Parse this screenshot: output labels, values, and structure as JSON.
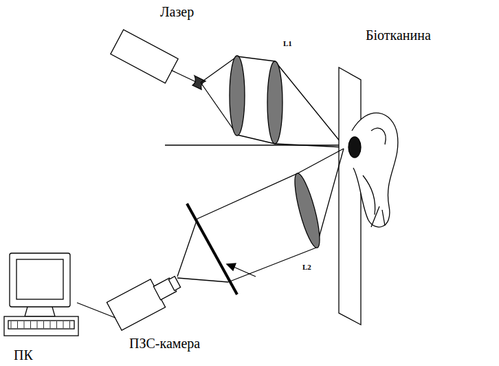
{
  "diagram": {
    "labels": [
      "Лазер",
      "Біотканина",
      "L1",
      "L2",
      "ПЗС-камера",
      "ПК"
    ]
  }
}
